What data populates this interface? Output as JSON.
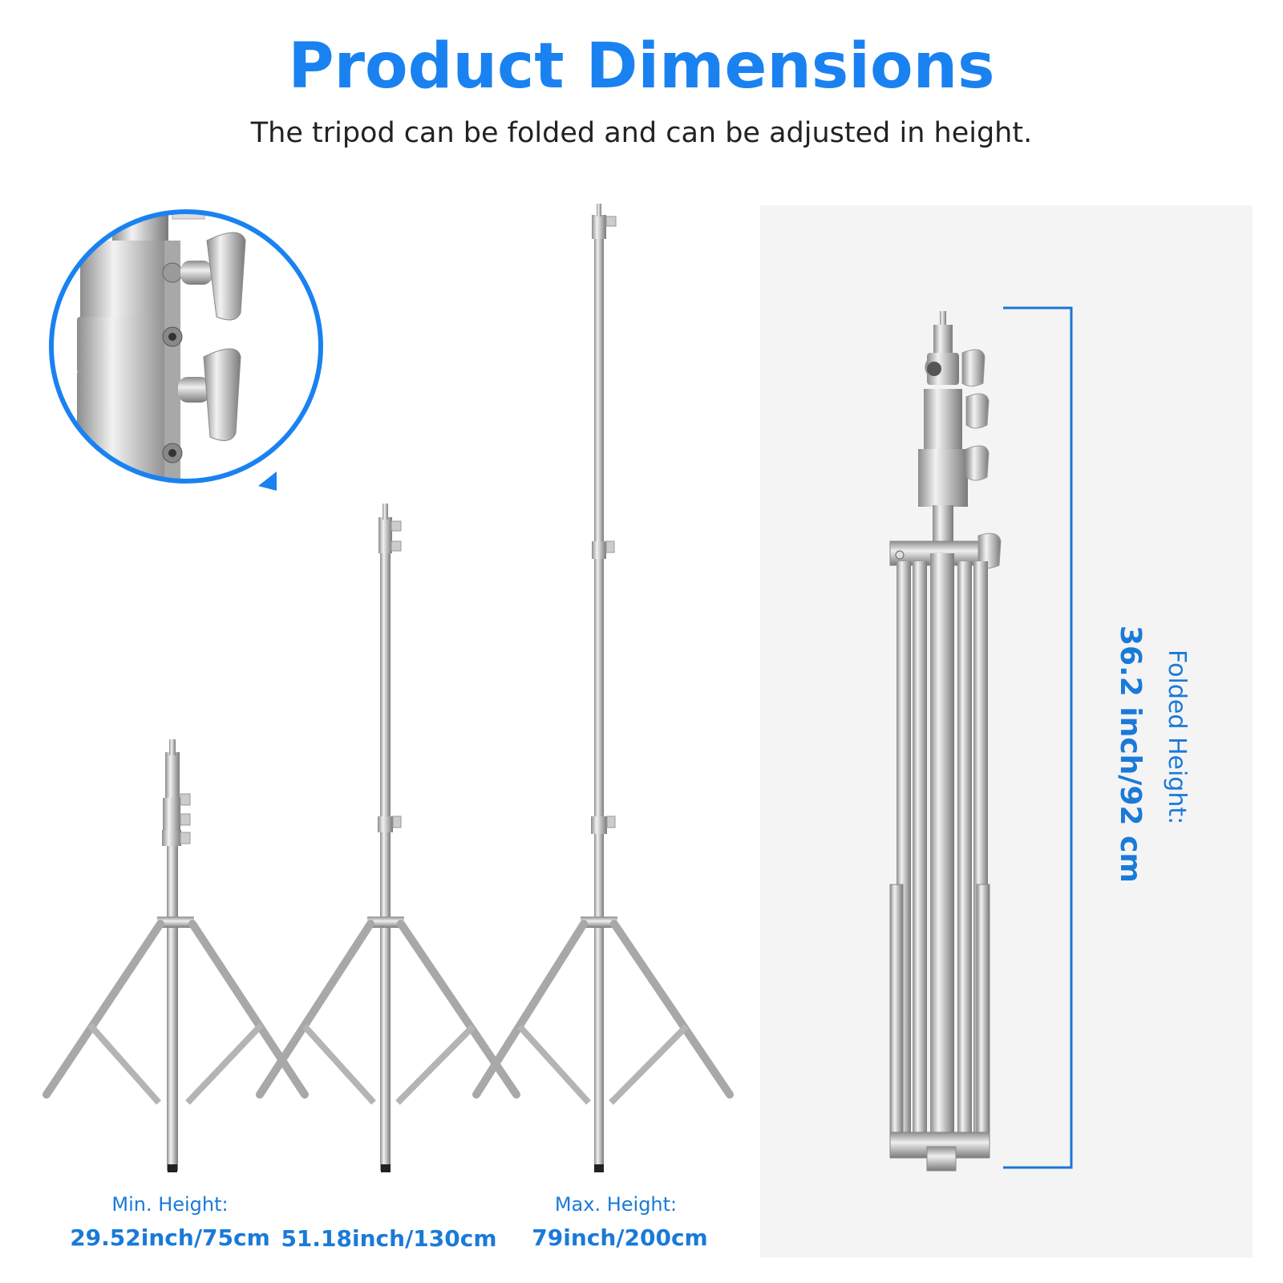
{
  "header": {
    "title": "Product Dimensions",
    "subtitle": "The tripod can be folded and  can be adjusted in height."
  },
  "stands": [
    {
      "caption": "Min. Height:",
      "value": "29.52inch/75cm"
    },
    {
      "caption": "",
      "value": "51.18inch/130cm"
    },
    {
      "caption": "Max. Height:",
      "value": "79inch/200cm"
    }
  ],
  "folded": {
    "caption": "Folded Height:",
    "value": "36.2 inch/92 cm"
  },
  "inset": {
    "description": "Close-up of locking knobs"
  },
  "colors": {
    "accent": "#1a82f0",
    "label": "#1a7ad8",
    "metal": "#b9b9b9",
    "panel": "#f4f4f4"
  }
}
